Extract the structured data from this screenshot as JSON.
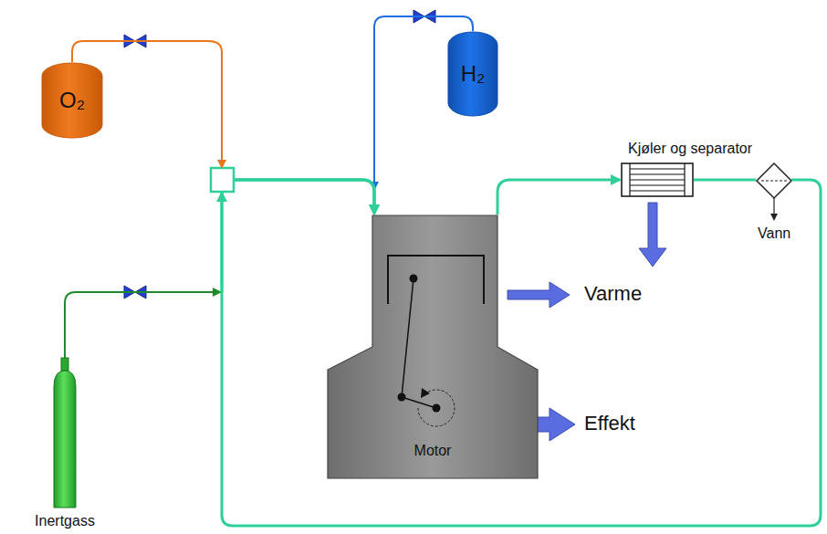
{
  "diagram": {
    "nodes": [
      {
        "text": [
          "O₂"
        ]
      },
      {
        "text": [
          "H₂"
        ]
      },
      {
        "text": [
          "Kjøler og separator"
        ]
      },
      {
        "text": [
          "Motor"
        ]
      },
      {
        "text": [
          "Inertgass"
        ]
      }
    ],
    "edges": [
      {
        "from": 0,
        "to": 3,
        "arrow": "to"
      },
      {
        "from": 1,
        "to": 3,
        "arrow": "to"
      },
      {
        "from": 3,
        "to": 2,
        "arrow": "to"
      },
      {
        "from": 2,
        "to": 3,
        "arrow": "to"
      },
      {
        "from": 4,
        "to": 3,
        "arrow": "to"
      }
    ],
    "labels": [
      "Varme",
      "Effekt",
      "Vann"
    ]
  }
}
